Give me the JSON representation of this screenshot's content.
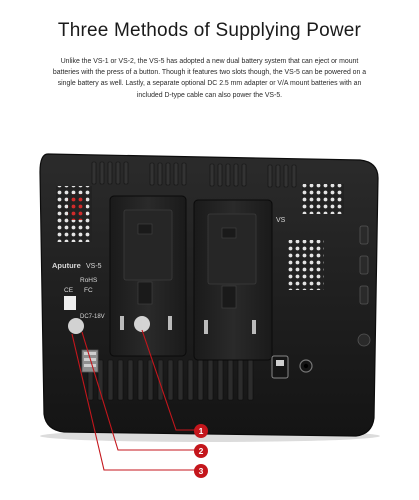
{
  "page": {
    "title": "Three Methods of Supplying Power",
    "description": "Unlike the VS-1 or VS-2, the VS-5 has adopted a new dual battery system that can eject or mount batteries with the press of a button. Though it features two slots though, the VS-5 can be powered on a single battery as well. Lastly, a separate optional DC 2.5 mm adapter or V/A mount batteries with an included D-type cable can also power the VS-5."
  },
  "device": {
    "brand": "Aputure",
    "model_label": "VS-5",
    "top_model_label": "VS",
    "compliance": [
      "RoHS",
      "CE",
      "FC"
    ],
    "power_rating": "DC7-18V"
  },
  "callouts": [
    {
      "number": "1",
      "color": "#c4161c"
    },
    {
      "number": "2",
      "color": "#c4161c"
    },
    {
      "number": "3",
      "color": "#c4161c"
    }
  ],
  "colors": {
    "accent_red": "#c4161c",
    "device_body": "#1e1e1e",
    "device_highlight": "#3a3a3a"
  }
}
